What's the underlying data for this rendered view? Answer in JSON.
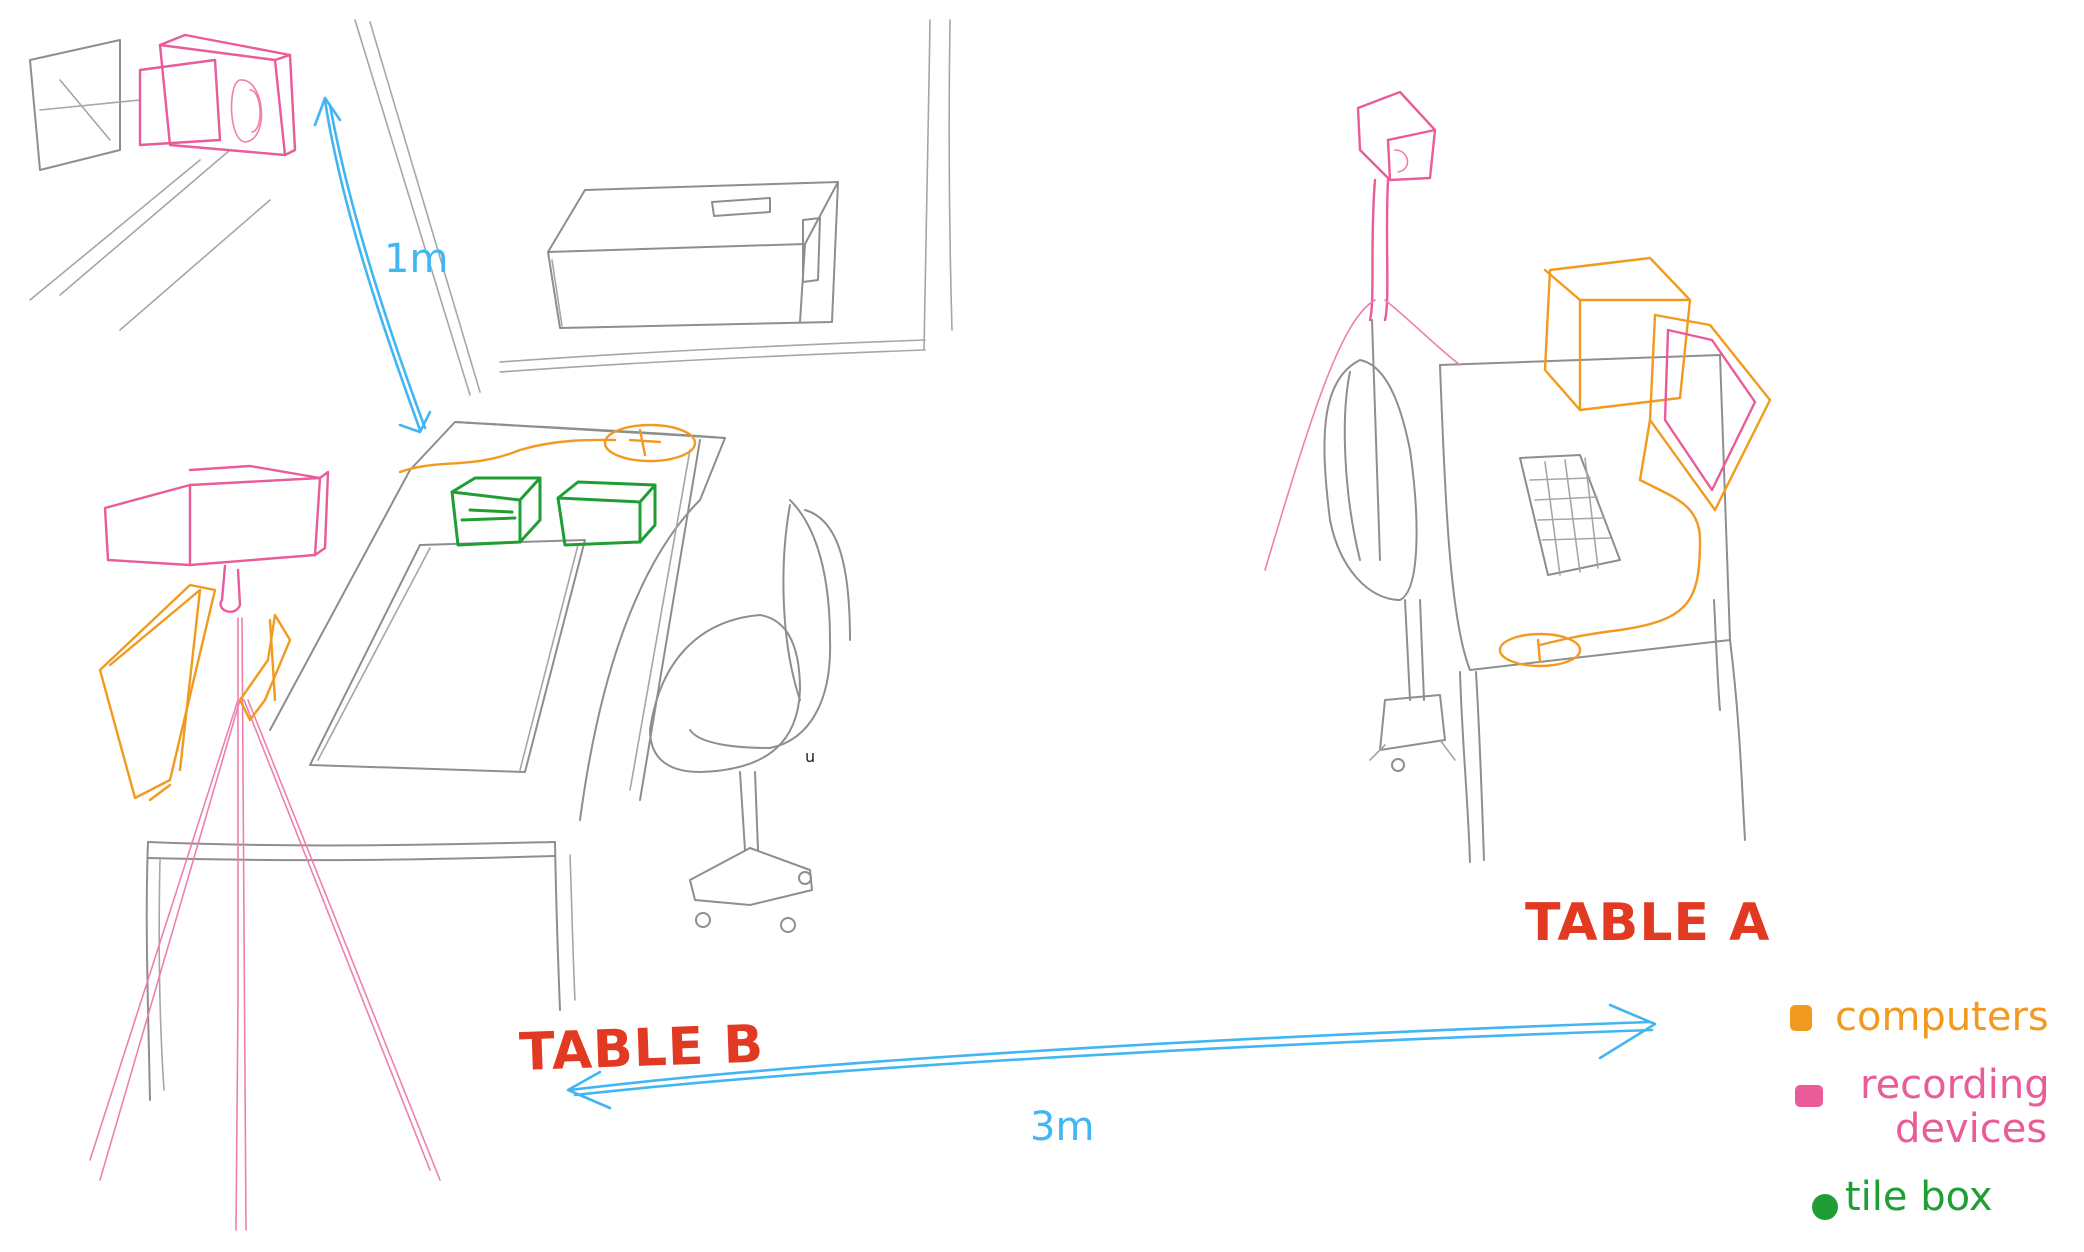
{
  "labels": {
    "table_a": "TABLE A",
    "table_b": "TABLE B",
    "distance_top": "1m",
    "distance_bottom": "3m",
    "small_mark": "u"
  },
  "legend": [
    {
      "label_line1": "computers",
      "label_line2": "",
      "color": "#f29a1f"
    },
    {
      "label_line1": "recording",
      "label_line2": "devices",
      "color": "#ea5b9a"
    },
    {
      "label_line1": "tile box",
      "label_line2": "",
      "color": "#1f9e35"
    }
  ],
  "colors": {
    "computers": "#f29a1f",
    "recording_devices": "#ea5b9a",
    "tile_box": "#1f9e35",
    "distance_arrows": "#41b6f2",
    "table_labels": "#e23a22",
    "furniture": "#8e8e8e"
  }
}
